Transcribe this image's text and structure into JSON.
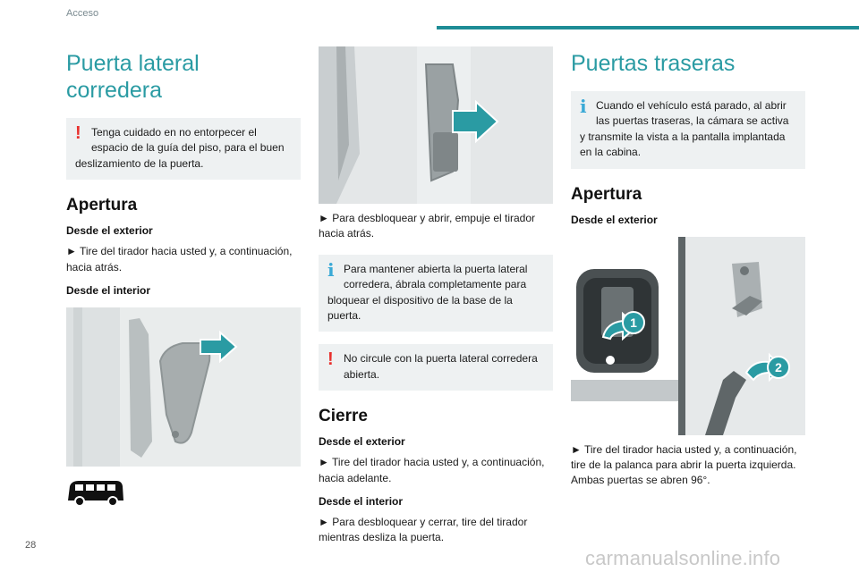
{
  "header": {
    "section": "Acceso"
  },
  "left": {
    "title": "Puerta lateral corredera",
    "warning_line1": "Tenga cuidado en no entorpecer el",
    "warning_line2": "espacio de la guía del piso, para el buen",
    "warning_line3": "deslizamiento de la puerta.",
    "opening_heading": "Apertura",
    "from_outside": "Desde el exterior",
    "step_outside": "► Tire del tirador hacia usted y, a continuación, hacia atrás.",
    "from_inside": "Desde el interior"
  },
  "middle": {
    "step_unlock": "► Para desbloquear y abrir, empuje el tirador hacia atrás.",
    "info_line1": "Para mantener abierta la puerta lateral",
    "info_line2": "corredera, ábrala completamente para",
    "info_line3": "bloquear el dispositivo de la base de la puerta.",
    "warning_line1": "No circule con la puerta lateral corredera",
    "warning_line2": "abierta.",
    "closing_heading": "Cierre",
    "from_outside": "Desde el exterior",
    "step_outside": "► Tire del tirador hacia usted y, a continuación, hacia adelante.",
    "from_inside": "Desde el interior",
    "step_inside": "► Para desbloquear y cerrar, tire del tirador mientras desliza la puerta."
  },
  "right": {
    "title": "Puertas traseras",
    "info_line1": "Cuando el vehículo está parado, al abrir",
    "info_line2": "las puertas traseras, la cámara se activa",
    "info_line3": "y transmite la vista a la pantalla implantada en la cabina.",
    "opening_heading": "Apertura",
    "from_outside": "Desde el exterior",
    "callout_1": "1",
    "callout_2": "2",
    "step": "► Tire del tirador hacia usted y, a continuación, tire de la palanca para abrir la puerta izquierda. Ambas puertas se abren 96°."
  },
  "footer": {
    "page_number": "28",
    "watermark": "carmanualsonline.info"
  },
  "icons": {
    "warning": "warning-exclamation-icon",
    "info": "info-icon",
    "vehicle": "minibus-icon",
    "arrow": "direction-arrow-icon"
  },
  "colors": {
    "accent": "#2a9ba3",
    "bar": "#1e8c96",
    "warning": "#e8302d",
    "info": "#3aa9d6",
    "arrow": "#2a9ba3"
  }
}
